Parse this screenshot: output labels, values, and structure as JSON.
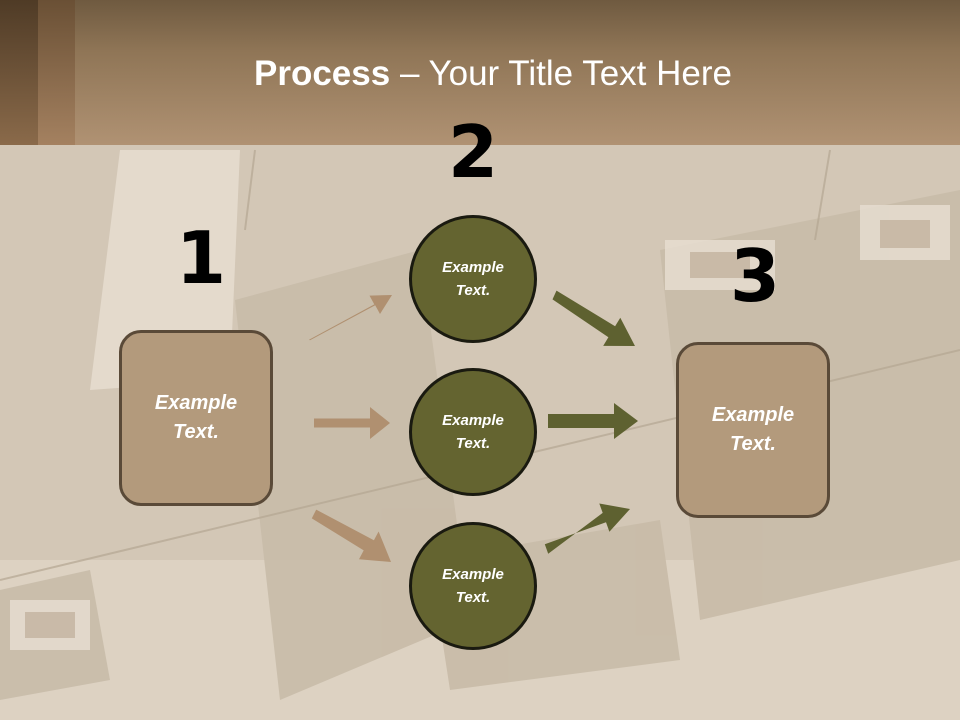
{
  "title": {
    "bold": "Process",
    "rest": "– Your Title Text Here"
  },
  "steps": [
    {
      "number": "1",
      "text": "Example\nText."
    },
    {
      "number": "2",
      "nodes": [
        "Example\nText.",
        "Example\nText.",
        "Example\nText."
      ]
    },
    {
      "number": "3",
      "text": "Example\nText."
    }
  ],
  "colors": {
    "box": "#b39a7c",
    "circle": "#646430",
    "arrow_left": "#b09070",
    "arrow_right": "#5e6130"
  }
}
